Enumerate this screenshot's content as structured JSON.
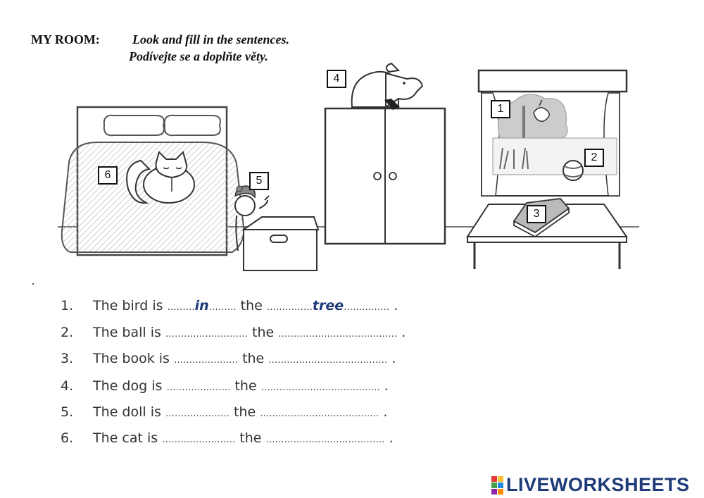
{
  "header": {
    "title": "MY ROOM:",
    "instruction_en": "Look and fill in the sentences.",
    "instruction_cz": "Podívejte se a doplňte věty."
  },
  "labels": [
    "1",
    "2",
    "3",
    "4",
    "5",
    "6"
  ],
  "sentences": [
    {
      "num": "1.",
      "subject": "The bird is",
      "answer1": "in",
      "the": "the",
      "answer2": "tree",
      "end": "."
    },
    {
      "num": "2.",
      "subject": "The ball is",
      "answer1": "",
      "the": "the",
      "answer2": "",
      "end": "."
    },
    {
      "num": "3.",
      "subject": "The book is",
      "answer1": "",
      "the": "the",
      "answer2": "",
      "end": "."
    },
    {
      "num": "4.",
      "subject": "The dog is",
      "answer1": "",
      "the": "the",
      "answer2": "",
      "end": "."
    },
    {
      "num": "5.",
      "subject": "The doll is",
      "answer1": "",
      "the": "the",
      "answer2": "",
      "end": "."
    },
    {
      "num": "6.",
      "subject": "The cat is",
      "answer1": "",
      "the": "the",
      "answer2": "",
      "end": "."
    }
  ],
  "brand": {
    "name": "LIVEWORKSHEETS",
    "color": "#1e3a78",
    "block_colors": [
      "#e53935",
      "#fbc02d",
      "#43a047",
      "#1e88e5",
      "#8e24aa",
      "#fb8c00"
    ]
  },
  "icons": [
    "bed",
    "cat",
    "doll",
    "box",
    "wardrobe",
    "dog",
    "window",
    "bird",
    "ball",
    "table",
    "book"
  ]
}
